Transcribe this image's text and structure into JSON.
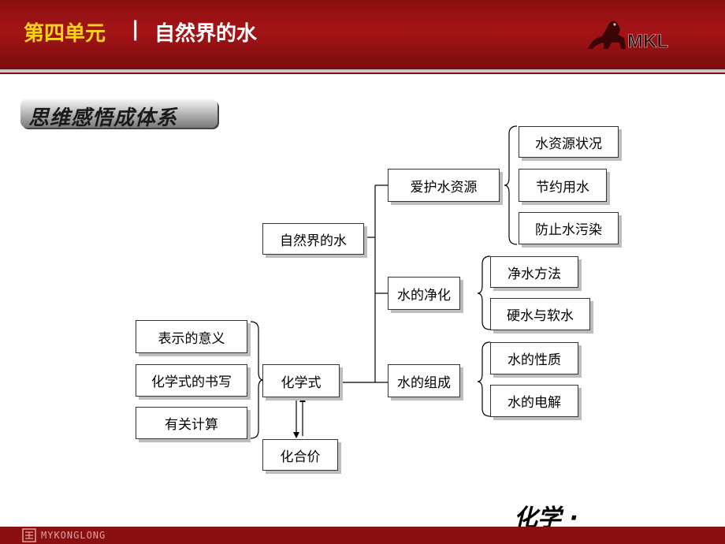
{
  "header": {
    "unit_label": "第四单元",
    "separator": "|",
    "topic_title": "自然界的水",
    "logo_text": "MKL",
    "theme_color": "#a51416",
    "unit_color": "#ffd21f"
  },
  "section_tag": "思维感悟成体系",
  "diagram": {
    "center": "自然界的水",
    "branch_resources": "爱护水资源",
    "resources_items": [
      "水资源状况",
      "节约用水",
      "防止水污染"
    ],
    "branch_purify": "水的净化",
    "purify_items": [
      "净水方法",
      "硬水与软水"
    ],
    "branch_composition": "水的组成",
    "composition_items": [
      "水的性质",
      "水的电解"
    ],
    "formula": "化学式",
    "formula_items": [
      "表示的意义",
      "化学式的书写",
      "有关计算"
    ],
    "valence": "化合价"
  },
  "footer": {
    "brand": "MYKONGLONG",
    "subject": "化学 ·"
  }
}
